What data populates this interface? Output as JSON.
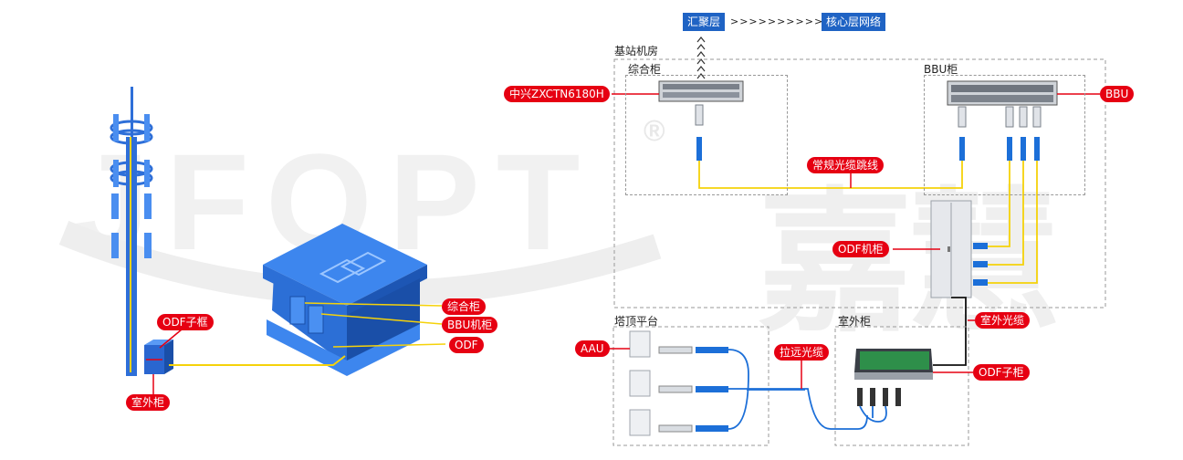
{
  "watermark": {
    "brand": "JFOPT",
    "registered": "®",
    "cn": "嘉慧"
  },
  "left": {
    "tags": {
      "odf_sub": "ODF子框",
      "outdoor": "室外柜",
      "integrated": "综合柜",
      "bbu_cab": "BBU机柜",
      "odf": "ODF"
    }
  },
  "right": {
    "top": {
      "agg": "汇聚层",
      "arrows": ">>>>>>>>>>>",
      "core": "核心层网络"
    },
    "room": "基站机房",
    "integrated": "综合柜",
    "bbu_cab": "BBU柜",
    "tower": "塔顶平台",
    "outdoor": "室外柜",
    "tags": {
      "zx": "中兴ZXCTN6180H",
      "bbu": "BBU",
      "jumper": "常规光缆跳线",
      "odf_cab": "ODF机柜",
      "outdoor_cable": "室外光缆",
      "aau": "AAU",
      "remote": "拉远光缆",
      "odf_sub": "ODF子柜"
    }
  },
  "colors": {
    "red": "#e60012",
    "blue": "#1f63c4",
    "yellow": "#f5d20a",
    "fiber": "#1c6fd8"
  }
}
